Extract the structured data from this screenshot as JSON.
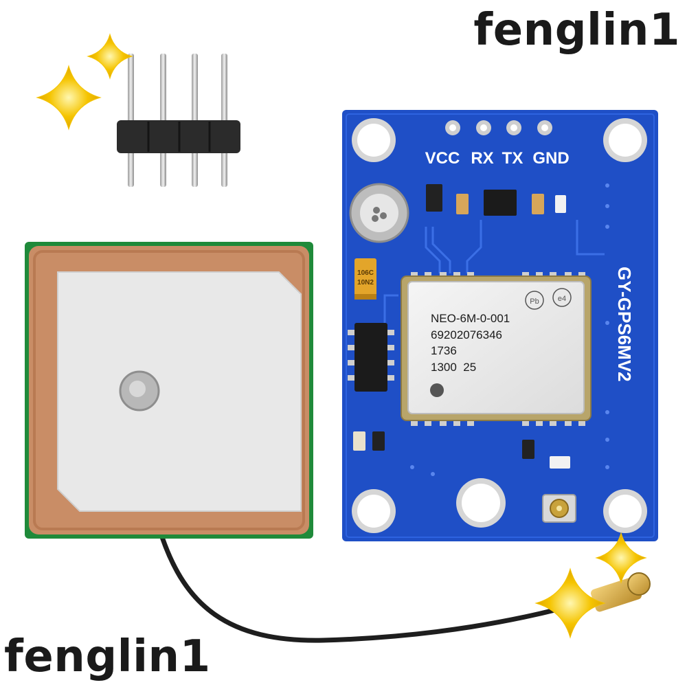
{
  "watermark": {
    "top": "fenglin1",
    "bottom": "fenglin1"
  },
  "board": {
    "pin_labels": [
      "VCC",
      "RX",
      "TX",
      "GND"
    ],
    "model_label": "GY-GPS6MV2",
    "module_lines": [
      "NEO-6M-0-001",
      "69202076346",
      "1736",
      "1300  25"
    ],
    "module_marks": [
      "Pb",
      "e4"
    ],
    "capacitor_lines": [
      "106C",
      "10N2"
    ],
    "color": "#1f4fc6"
  },
  "antenna": {
    "ceramic_color": "#c98d66",
    "pcb_color": "#1f8a3a"
  },
  "sparkle_color": "#f5c400",
  "icons": [
    "sparkle-icon"
  ]
}
